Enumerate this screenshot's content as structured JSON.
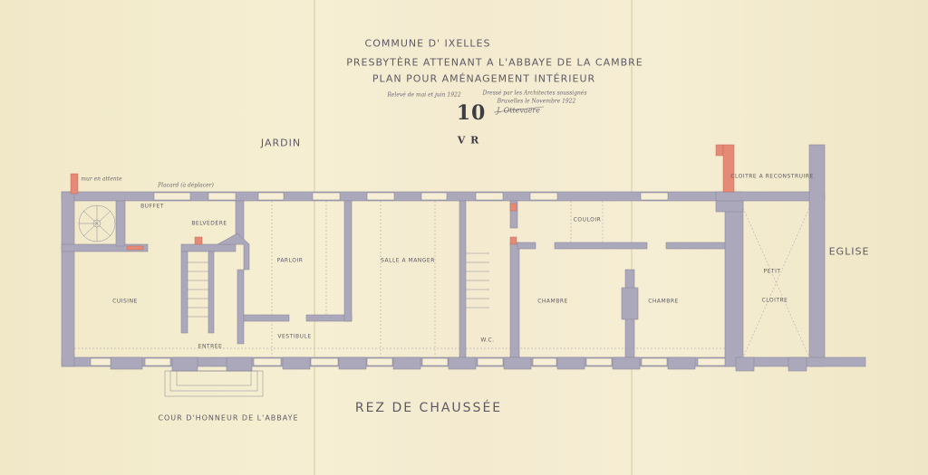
{
  "title": {
    "line1": "COMMUNE D' IXELLES",
    "line2": "PRESBYTÈRE ATTENANT A L'ABBAYE DE LA CAMBRE",
    "line3": "PLAN POUR AMÉNAGEMENT INTÉRIEUR"
  },
  "annotations": {
    "note_left": "Relevé de mai et juin 1922",
    "note_right_1": "Dressé par les Architectes soussignés",
    "note_right_2": "Bruxelles le Novembre 1922",
    "signature": "J. Ottevaere",
    "sheet_number": "10",
    "initials": "V R",
    "wall_note": "mur en attente",
    "cupboard_note": "Placard (à déplacer)"
  },
  "labels": {
    "garden": "JARDIN",
    "belvedere": "BELVÉDÈRE",
    "kitchen": "CUISINE",
    "parlour": "PARLOIR",
    "dining": "SALLE A MANGER",
    "corridor": "COULOIR",
    "bedroom1": "CHAMBRE",
    "bedroom2": "CHAMBRE",
    "small_cloister_1": "PETIT",
    "small_cloister_2": "CLOITRE",
    "church": "EGLISE",
    "cloister_rebuild": "CLOITRE A RECONSTRUIRE",
    "entrance": "ENTRÉE",
    "vestibule": "VESTIBULE",
    "wc": "W.C.",
    "courtyard": "COUR D'HONNEUR DE L'ABBAYE",
    "floor": "REZ DE CHAUSSÉE",
    "buffet": "BUFFET"
  },
  "colors": {
    "paper": "#f4ecce",
    "wall": "#a9a7b9",
    "new_wall": "#e48a76",
    "ink": "#5d5a63"
  }
}
